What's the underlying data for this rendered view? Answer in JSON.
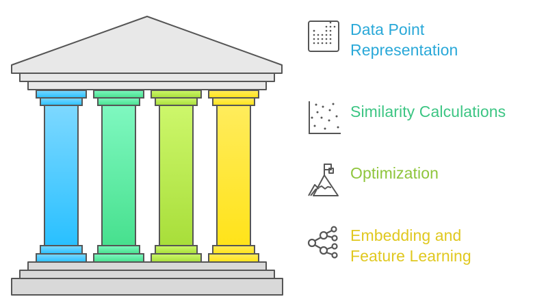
{
  "diagram": {
    "type": "temple-pillars",
    "roof_color": "#e8e8e8",
    "base_color": "#d9d9d9",
    "outline_color": "#555555"
  },
  "pillars": [
    {
      "name": "Data Point Representation",
      "color_top": "#7dd8ff",
      "color_bottom": "#29c0ff",
      "text_color": "#29a8d8",
      "icon": "data-grid-icon"
    },
    {
      "name": "Similarity Calculations",
      "color_top": "#7ff8c0",
      "color_bottom": "#47e08e",
      "text_color": "#3cc583",
      "icon": "scatter-plot-icon"
    },
    {
      "name": "Optimization",
      "color_top": "#cdf76b",
      "color_bottom": "#a8de3a",
      "text_color": "#8fc53c",
      "icon": "mountain-flag-icon"
    },
    {
      "name": "Embedding and Feature Learning",
      "color_top": "#ffec5c",
      "color_bottom": "#ffe31a",
      "text_color": "#e0c81f",
      "icon": "network-nodes-icon"
    }
  ],
  "labels": [
    {
      "line1": "Data Point",
      "line2": "Representation"
    },
    {
      "line1": "Similarity Calculations",
      "line2": ""
    },
    {
      "line1": "Optimization",
      "line2": ""
    },
    {
      "line1": "Embedding and",
      "line2": "Feature Learning"
    }
  ]
}
